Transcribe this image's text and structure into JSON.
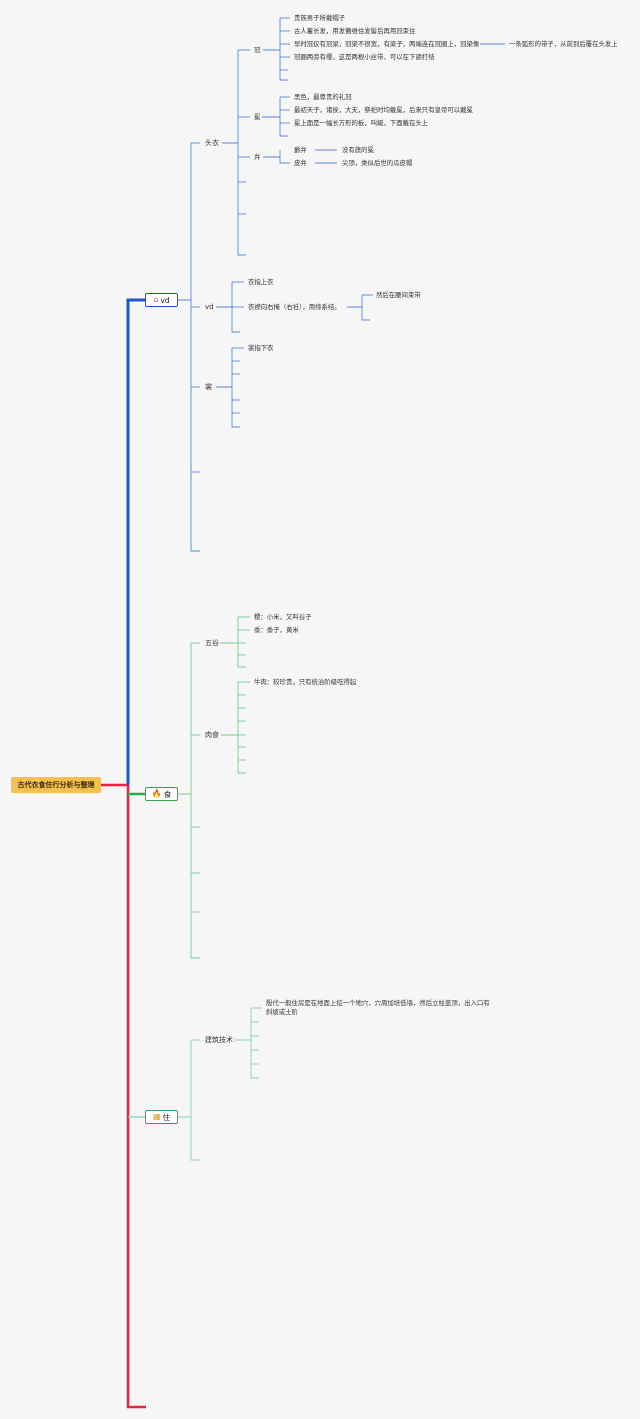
{
  "root": {
    "label": "古代衣食住行分析与整理"
  },
  "clothing": {
    "label": "vd",
    "icon": "house-icon",
    "toubyi": {
      "label": "头衣",
      "guan": {
        "label": "冠",
        "items": [
          "贵族男子所戴帽子",
          "古人蓄长发，用发簪维住发髻后再用冠束住",
          "早时冠仅有冠梁，冠梁不很宽，有梁子，两端连在冠圈上，冠梁像",
          "冠圈两旁有缨，这是两根小丝带，可以在下颌打结"
        ],
        "item2_child": "一条弧形的带子，从前到后覆在头发上"
      },
      "mian": {
        "label": "冕",
        "items": [
          "黑色，最尊贵的礼冠",
          "最初天子，诸侯，大夫，祭祀时均戴冕，后来只有皇帝可以戴冕",
          "冕上面是一幅长方形的板，叫綖，下面戴在头上"
        ]
      },
      "bian": {
        "label": "弁",
        "items": [
          {
            "label": "爵弁",
            "child": "没有旒的冕"
          },
          {
            "label": "皮弁",
            "child": "尖顶，类似后世的瓜皮帽"
          }
        ]
      }
    },
    "yi": {
      "label": "vd",
      "items": [
        "衣指上衣",
        "衣襟向右掩（右衽），用绦系结。"
      ],
      "item1_child": "然后在腰间束带"
    },
    "shang": {
      "label": "裳",
      "items": [
        "裳指下衣"
      ]
    }
  },
  "food": {
    "label": "食",
    "icon": "fire-icon",
    "wugu": {
      "label": "五谷",
      "items": [
        "稷：小米，又叫谷子",
        "黍：黍子，黄米"
      ]
    },
    "rou": {
      "label": "肉食",
      "items": [
        "牛肉：较珍贵，只有统治阶级吃得起"
      ]
    }
  },
  "house": {
    "label": "住",
    "icon": "building-icon",
    "jianzhu": {
      "label": "建筑技术",
      "items": [
        "殷代一般住房是在地面上挖一个地穴，穴周加培低墙，然后立柱盖顶，出入口有斜坡或土阶"
      ]
    }
  },
  "colors": {
    "root_bg": "#f5c050",
    "clothing": "#1d56d0",
    "clothing_light": "#6f95e0",
    "food": "#2ea84a",
    "food_light": "#79c98a",
    "house": "#2ea07a",
    "house_light": "#7fd3b0",
    "root_line": "#e8223f"
  }
}
